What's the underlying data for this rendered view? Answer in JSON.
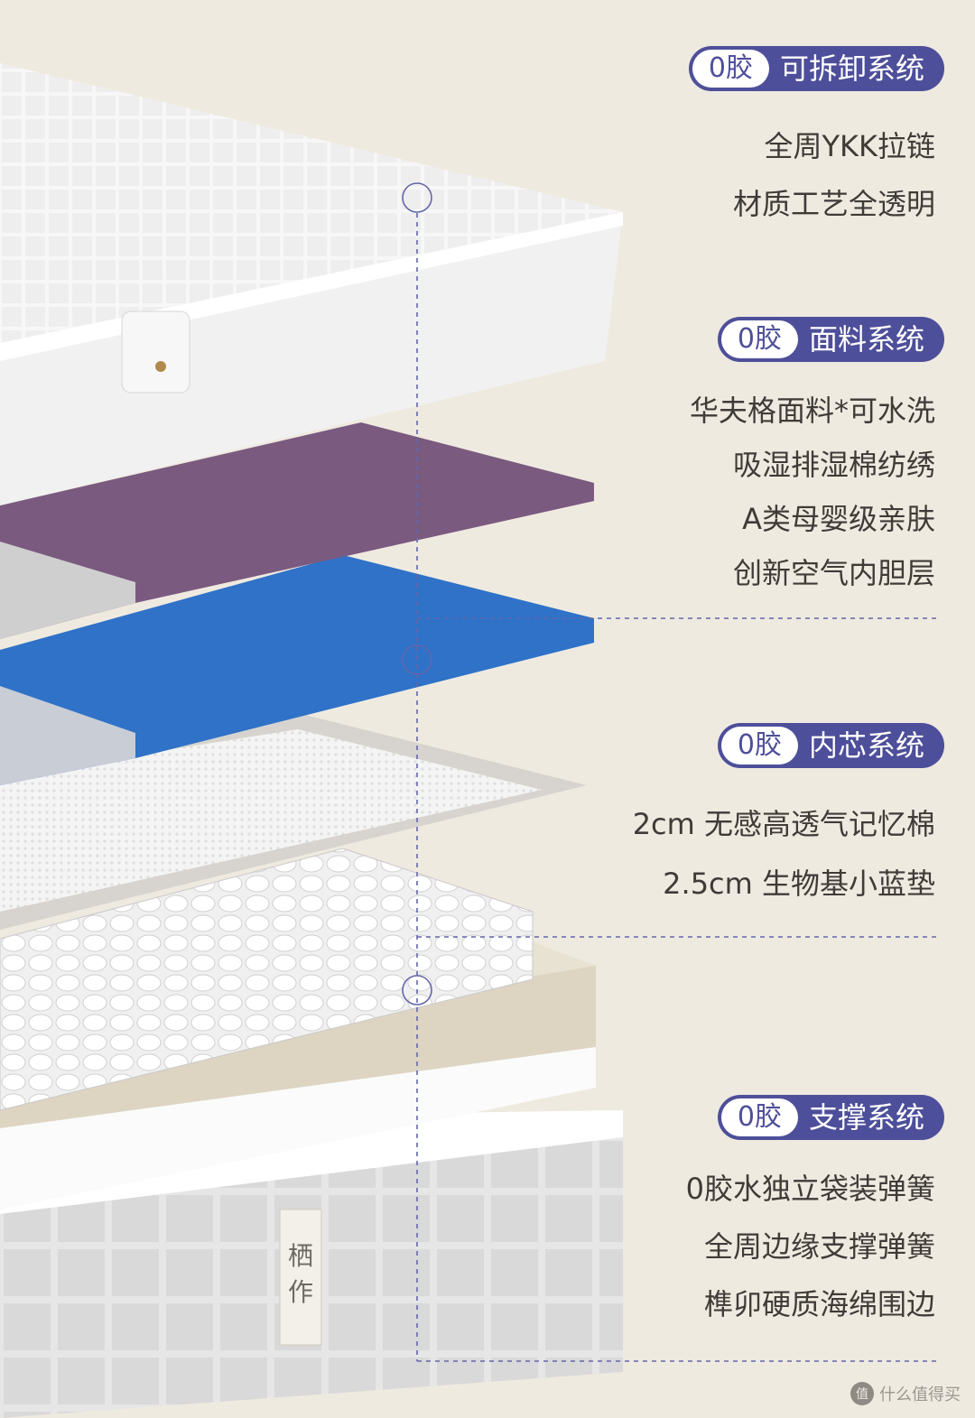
{
  "colors": {
    "background": "#efeae0",
    "accent": "#4e4f9a",
    "text": "#3f3b37",
    "purple_layer": "#7a5a7f",
    "blue_layer": "#2f72c8"
  },
  "sections": [
    {
      "badge": "0胶",
      "title": "可拆卸系统",
      "features": [
        "全周YKK拉链",
        "材质工艺全透明"
      ]
    },
    {
      "badge": "0胶",
      "title": "面料系统",
      "features": [
        "华夫格面料*可水洗",
        "吸湿排湿棉纺绣",
        "A类母婴级亲肤",
        "创新空气内胆层"
      ]
    },
    {
      "badge": "0胶",
      "title": "内芯系统",
      "features": [
        "2cm 无感高透气记忆棉",
        "2.5cm 生物基小蓝垫"
      ]
    },
    {
      "badge": "0胶",
      "title": "支撑系统",
      "features": [
        "0胶水独立袋装弹簧",
        "全周边缘支撑弹簧",
        "榫卯硬质海绵围边"
      ]
    }
  ],
  "mattress_label": "栖作",
  "watermark": {
    "logo": "值",
    "text": "什么值得买"
  }
}
